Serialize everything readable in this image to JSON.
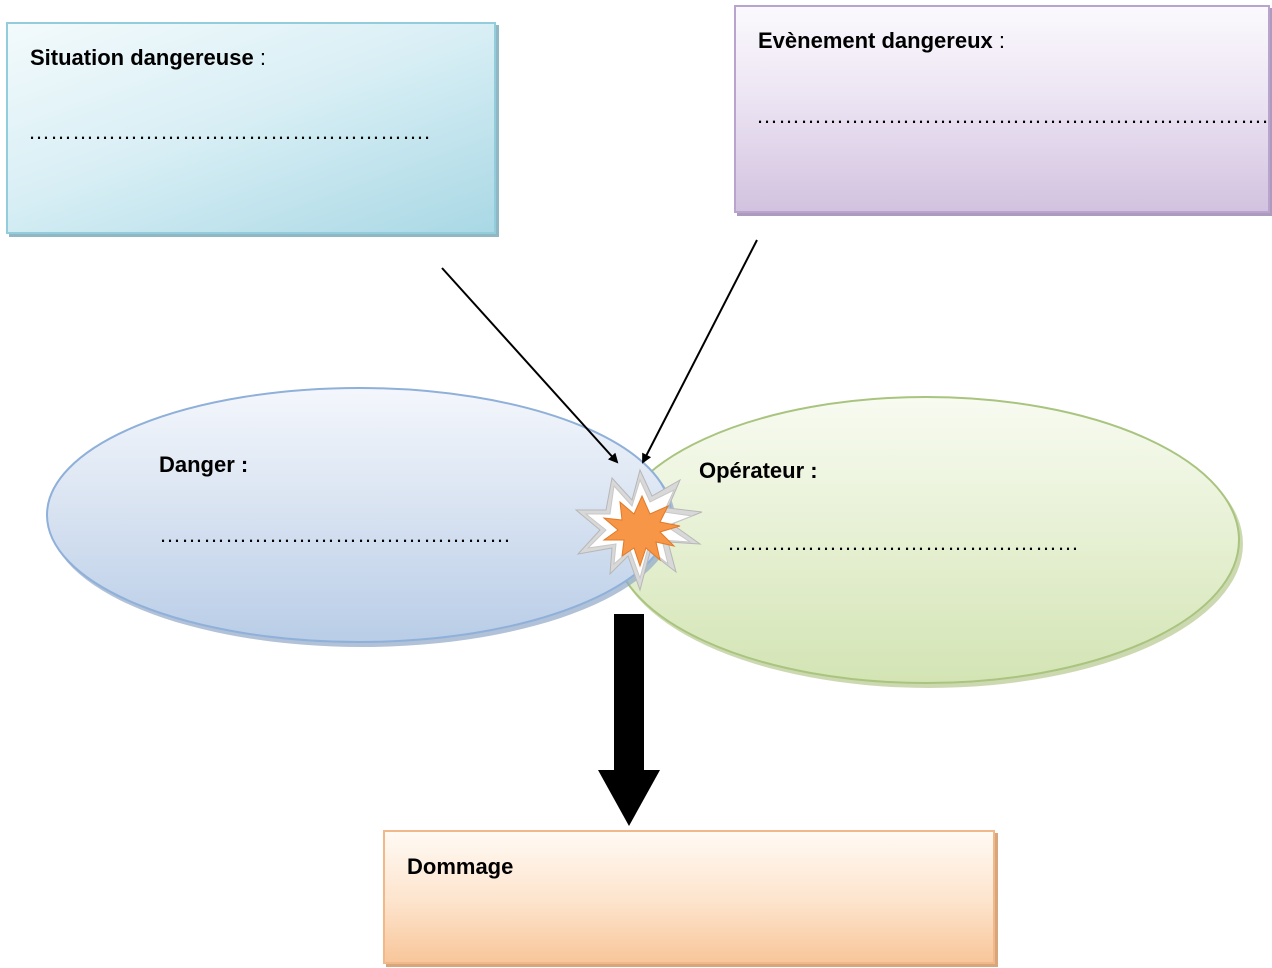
{
  "situation": {
    "title": "Situation dangereuse",
    "suffix": " :",
    "placeholder": "………………………………………………."
  },
  "evenement": {
    "title": "Evènement dangereux",
    "suffix": " :",
    "placeholder": "……………………………………………………………."
  },
  "danger": {
    "label": "Danger :",
    "placeholder": "…………………………………………"
  },
  "operateur": {
    "label": "Opérateur :",
    "placeholder": "…………………………………………"
  },
  "dommage": {
    "label": "Dommage"
  },
  "colors": {
    "situation_fill": "#d9eff5",
    "evenement_fill": "#ece4f3",
    "danger_fill": "#c9d9ee",
    "operateur_fill": "#e3efcc",
    "dommage_fill": "#fde3cb",
    "burst": "#f79646"
  }
}
